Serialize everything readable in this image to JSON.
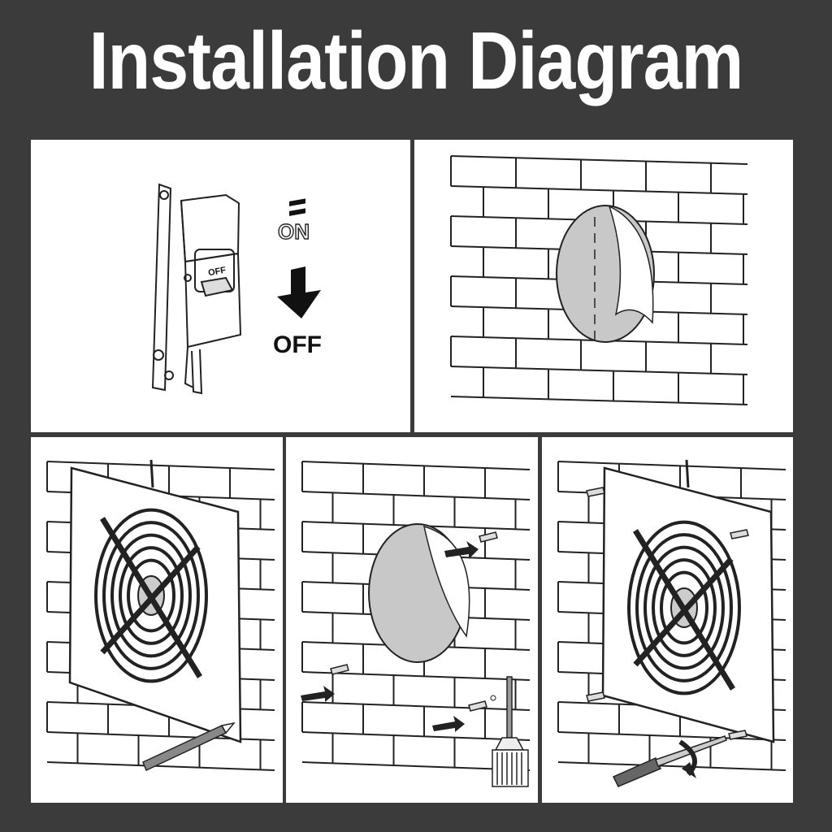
{
  "title": "Installation Diagram",
  "steps": [
    {
      "id": "switch-off-power",
      "switch_label": "OFF",
      "arrow_top_label": "ON",
      "arrow_bottom_label": "OFF"
    },
    {
      "id": "cut-wall-hole"
    },
    {
      "id": "mark-mounting-holes"
    },
    {
      "id": "drill-and-insert-anchors"
    },
    {
      "id": "screw-fan-to-wall"
    }
  ],
  "colors": {
    "background": "#3b3b3b",
    "panel": "#ffffff",
    "line": "#222222",
    "hole_fill": "#c8c8c8"
  }
}
